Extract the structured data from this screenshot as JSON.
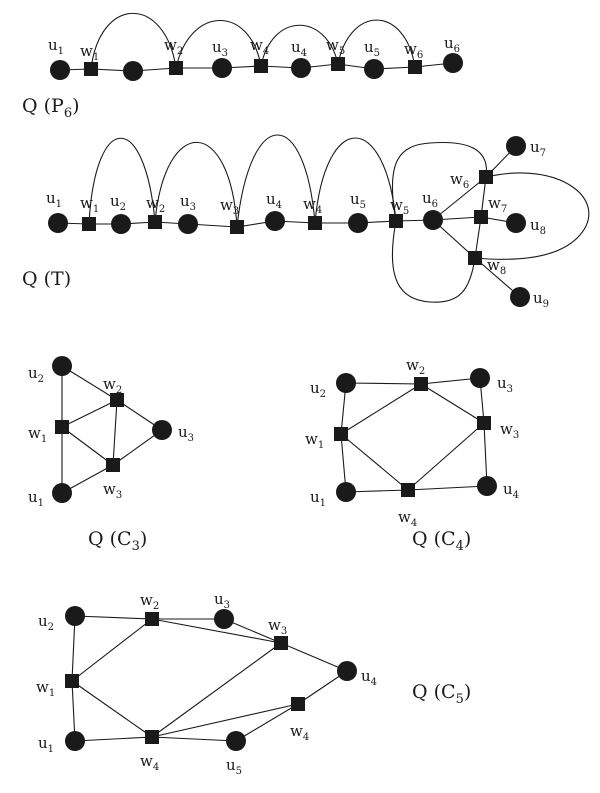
{
  "colors": {
    "ink": "#1a1a1a",
    "background": "#ffffff"
  },
  "figures": [
    {
      "id": "p6",
      "caption": {
        "main": "Q (P",
        "sub": "6",
        "close": ")"
      },
      "nodes": [
        {
          "id": "u1",
          "type": "u",
          "label": "u",
          "sub": "1"
        },
        {
          "id": "w1",
          "type": "w",
          "label": "w",
          "sub": "1"
        },
        {
          "id": "u2",
          "type": "u",
          "label": "",
          "sub": ""
        },
        {
          "id": "w2",
          "type": "w",
          "label": "w",
          "sub": "2"
        },
        {
          "id": "u3",
          "type": "u",
          "label": "u",
          "sub": "3"
        },
        {
          "id": "w4",
          "type": "w",
          "label": "w",
          "sub": "4"
        },
        {
          "id": "u4",
          "type": "u",
          "label": "u",
          "sub": "4"
        },
        {
          "id": "w5",
          "type": "w",
          "label": "w",
          "sub": "5"
        },
        {
          "id": "u5",
          "type": "u",
          "label": "u",
          "sub": "5"
        },
        {
          "id": "w6",
          "type": "w",
          "label": "w",
          "sub": "6"
        },
        {
          "id": "u6",
          "type": "u",
          "label": "u",
          "sub": "6"
        }
      ]
    },
    {
      "id": "t",
      "caption": {
        "main": "Q (T)",
        "sub": "",
        "close": ""
      },
      "nodes": [
        {
          "id": "u1",
          "type": "u",
          "label": "u",
          "sub": "1"
        },
        {
          "id": "w1",
          "type": "w",
          "label": "w",
          "sub": "1"
        },
        {
          "id": "u2",
          "type": "u",
          "label": "u",
          "sub": "2"
        },
        {
          "id": "w2",
          "type": "w",
          "label": "w",
          "sub": "2"
        },
        {
          "id": "u3",
          "type": "u",
          "label": "u",
          "sub": "3"
        },
        {
          "id": "w3",
          "type": "w",
          "label": "w",
          "sub": "3"
        },
        {
          "id": "u4",
          "type": "u",
          "label": "u",
          "sub": "4"
        },
        {
          "id": "w4",
          "type": "w",
          "label": "w",
          "sub": "4"
        },
        {
          "id": "u5",
          "type": "u",
          "label": "u",
          "sub": "5"
        },
        {
          "id": "w5",
          "type": "w",
          "label": "w",
          "sub": "5"
        },
        {
          "id": "u6",
          "type": "u",
          "label": "u",
          "sub": "6"
        },
        {
          "id": "w6",
          "type": "w",
          "label": "w",
          "sub": "6"
        },
        {
          "id": "w7",
          "type": "w",
          "label": "w",
          "sub": "7"
        },
        {
          "id": "w8",
          "type": "w",
          "label": "w",
          "sub": "8"
        },
        {
          "id": "u7",
          "type": "u",
          "label": "u",
          "sub": "7"
        },
        {
          "id": "u8",
          "type": "u",
          "label": "u",
          "sub": "8"
        },
        {
          "id": "u9",
          "type": "u",
          "label": "u",
          "sub": "9"
        }
      ]
    },
    {
      "id": "c3",
      "caption": {
        "main": "Q (C",
        "sub": "3",
        "close": ")"
      },
      "nodes": [
        {
          "id": "u1",
          "type": "u",
          "label": "u",
          "sub": "1"
        },
        {
          "id": "u2",
          "type": "u",
          "label": "u",
          "sub": "2"
        },
        {
          "id": "u3",
          "type": "u",
          "label": "u",
          "sub": "3"
        },
        {
          "id": "w1",
          "type": "w",
          "label": "w",
          "sub": "1"
        },
        {
          "id": "w2",
          "type": "w",
          "label": "w",
          "sub": "2"
        },
        {
          "id": "w3",
          "type": "w",
          "label": "w",
          "sub": "3"
        }
      ]
    },
    {
      "id": "c4",
      "caption": {
        "main": "Q (C",
        "sub": "4",
        "close": ")"
      },
      "nodes": [
        {
          "id": "u1",
          "type": "u",
          "label": "u",
          "sub": "1"
        },
        {
          "id": "u2",
          "type": "u",
          "label": "u",
          "sub": "2"
        },
        {
          "id": "u3",
          "type": "u",
          "label": "u",
          "sub": "3"
        },
        {
          "id": "u4",
          "type": "u",
          "label": "u",
          "sub": "4"
        },
        {
          "id": "w1",
          "type": "w",
          "label": "w",
          "sub": "1"
        },
        {
          "id": "w2",
          "type": "w",
          "label": "w",
          "sub": "2"
        },
        {
          "id": "w3",
          "type": "w",
          "label": "w",
          "sub": "3"
        },
        {
          "id": "w4",
          "type": "w",
          "label": "w",
          "sub": "4"
        }
      ]
    },
    {
      "id": "c5",
      "caption": {
        "main": "Q (C",
        "sub": "5",
        "close": ")"
      },
      "nodes": [
        {
          "id": "u1",
          "type": "u",
          "label": "u",
          "sub": "1"
        },
        {
          "id": "u2",
          "type": "u",
          "label": "u",
          "sub": "2"
        },
        {
          "id": "u3",
          "type": "u",
          "label": "u",
          "sub": "3"
        },
        {
          "id": "u4",
          "type": "u",
          "label": "u",
          "sub": "4"
        },
        {
          "id": "u5",
          "type": "u",
          "label": "u",
          "sub": "5"
        },
        {
          "id": "w1",
          "type": "w",
          "label": "w",
          "sub": "1"
        },
        {
          "id": "w2",
          "type": "w",
          "label": "w",
          "sub": "2"
        },
        {
          "id": "w3",
          "type": "w",
          "label": "w",
          "sub": "3"
        },
        {
          "id": "w4",
          "type": "w",
          "label": "w",
          "sub": "4"
        }
      ]
    }
  ]
}
